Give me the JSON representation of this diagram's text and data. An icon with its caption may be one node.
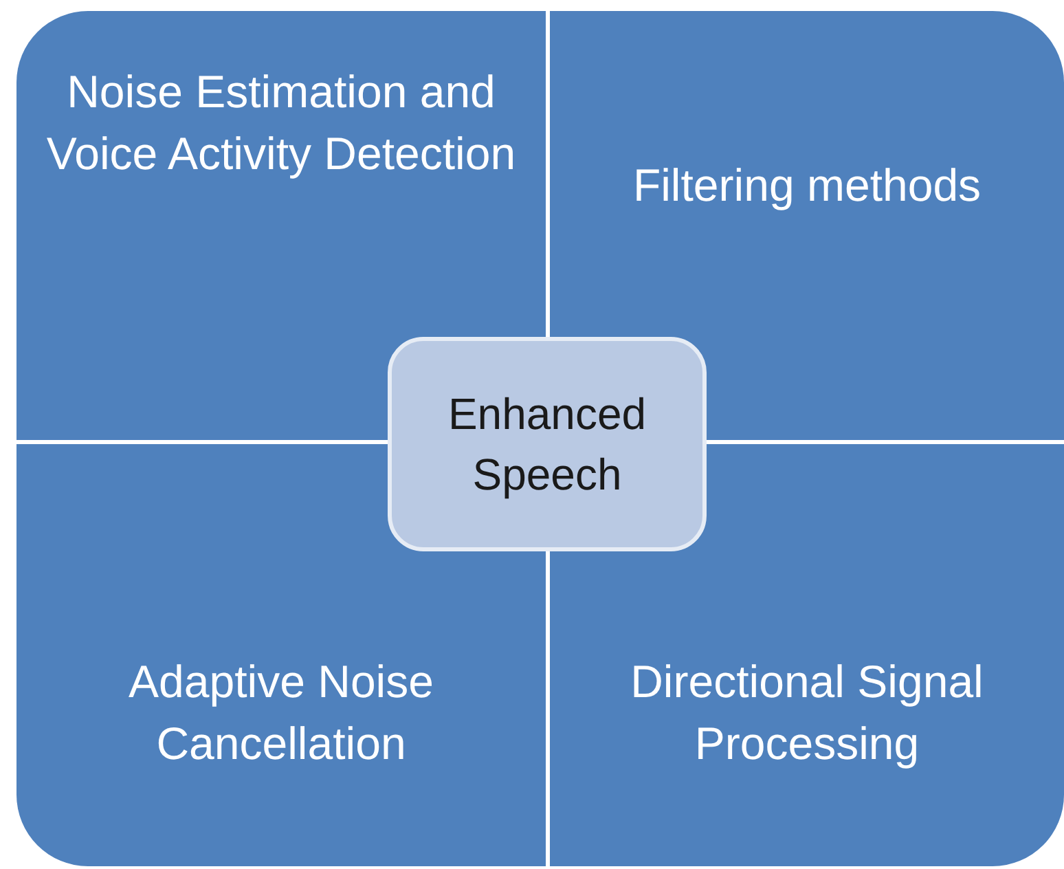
{
  "diagram": {
    "nodes": [
      {
        "text": [
          "Noise Estimation and Voice Activity Detection"
        ]
      },
      {
        "text": [
          "Filtering methods"
        ]
      },
      {
        "text": [
          "Adaptive Noise Cancellation"
        ]
      },
      {
        "text": [
          "Directional Signal Processing"
        ]
      },
      {
        "text": [
          "Enhanced Speech"
        ]
      }
    ]
  }
}
